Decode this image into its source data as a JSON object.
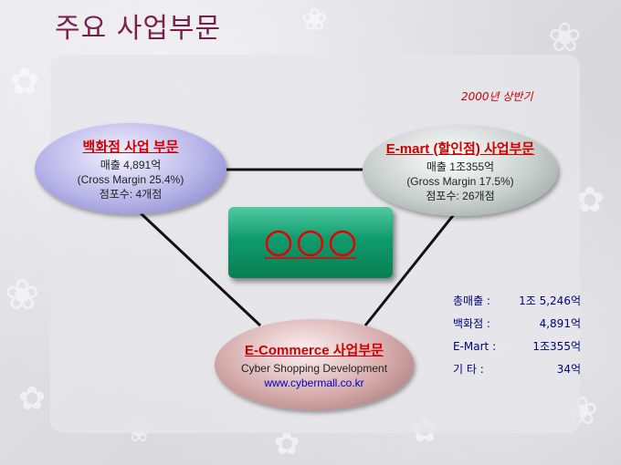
{
  "slide": {
    "title": "주요 사업부문",
    "period": "2000년 상반기"
  },
  "department_store": {
    "heading": "백화점 사업 부문",
    "sales": "매출   4,891억",
    "margin": "(Cross Margin 25.4%)",
    "stores": "점포수: 4개점"
  },
  "emart": {
    "heading": "E-mart (할인점) 사업부문",
    "sales": "매출  1조355억",
    "margin": "(Gross Margin 17.5%)",
    "stores": "점포수: 26개점"
  },
  "ecommerce": {
    "heading": "E-Commerce 사업부문",
    "subtitle": "Cyber Shopping Development",
    "url": "www.cybermall.co.kr"
  },
  "center_logo": {
    "color": "#e60000"
  },
  "summary": {
    "rows": [
      {
        "label": "총매출 :",
        "value": "1조 5,246억"
      },
      {
        "label": "백화점 :",
        "value": "4,891억"
      },
      {
        "label": "E-Mart :",
        "value": "1조355억"
      },
      {
        "label": "기    타 :",
        "value": "34억"
      }
    ]
  },
  "colors": {
    "title": "#7a1e4a",
    "heading": "#d00000",
    "summary_text": "#000080",
    "center_box": "#0f9b6c"
  }
}
